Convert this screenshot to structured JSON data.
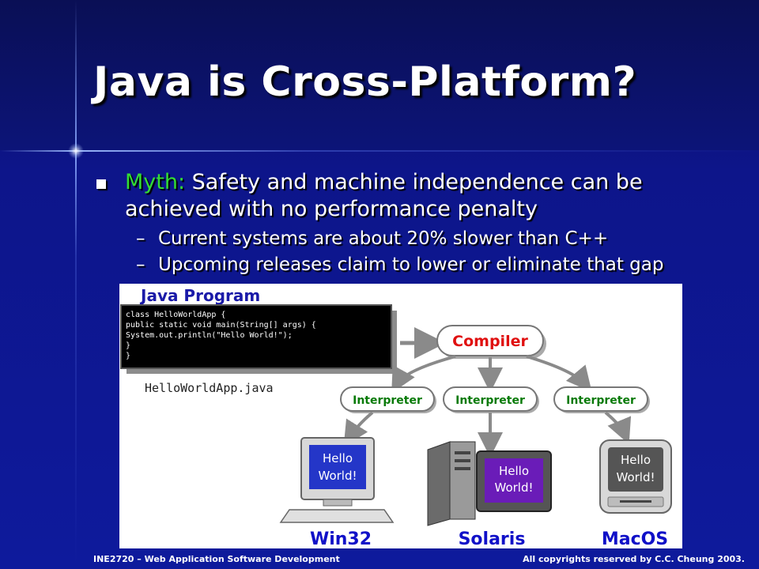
{
  "slide": {
    "title": "Java is Cross-Platform?",
    "bullet": {
      "prefix": "Myth:",
      "text": " Safety and machine independence can be achieved with no performance penalty"
    },
    "sub_bullets": [
      {
        "dash": "–",
        "text": "Current systems are about 20% slower than C++"
      },
      {
        "dash": "–",
        "text": "Upcoming releases claim to lower or eliminate that gap"
      }
    ]
  },
  "figure": {
    "heading": "Java Program",
    "code_lines": [
      "class HelloWorldApp {",
      "    public static void main(String[] args) {",
      "        System.out.println(\"Hello World!\");",
      "    }",
      "}"
    ],
    "filename": "HelloWorldApp.java",
    "compiler_label": "Compiler",
    "interpreter_labels": [
      "Interpreter",
      "Interpreter",
      "Interpreter"
    ],
    "screen_text": [
      "Hello\nWorld!",
      "Hello\nWorld!",
      "Hello\nWorld!"
    ],
    "platforms": [
      "Win32",
      "Solaris",
      "MacOS"
    ],
    "colors": {
      "heading": "#1a1aa8",
      "compiler_text": "#e01010",
      "interpreter_text": "#087a08",
      "arrow": "#8a8a8a",
      "platform_label": "#1010c8"
    }
  },
  "footer": {
    "left": "INE2720 – Web Application Software Development",
    "right": "All copyrights reserved by C.C. Cheung 2003."
  },
  "colors": {
    "background": "#0e1a9c",
    "myth": "#33dd33"
  }
}
